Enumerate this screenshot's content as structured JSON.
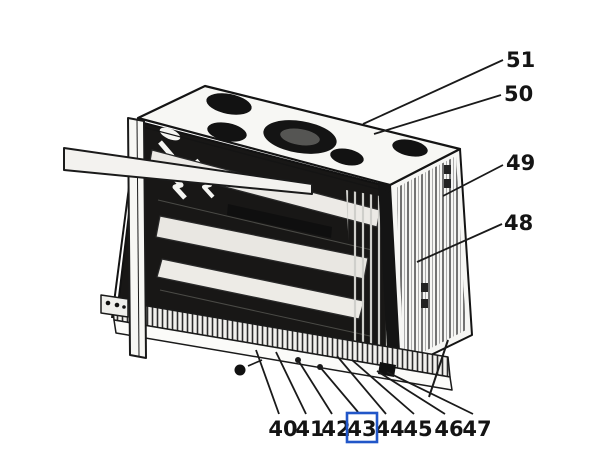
{
  "figure": {
    "kind": "appliance-parts-diagram",
    "subject": "range-oven cutaway line drawing"
  },
  "labels": {
    "right": [
      "51",
      "50",
      "49",
      "48"
    ],
    "bottom": [
      "40",
      "41",
      "42",
      "43",
      "44",
      "45",
      "46",
      "47"
    ],
    "highlighted": "43"
  },
  "colors": {
    "ink": "#1a1a1a",
    "highlight_box": "#2156c8",
    "background": "#ffffff"
  }
}
